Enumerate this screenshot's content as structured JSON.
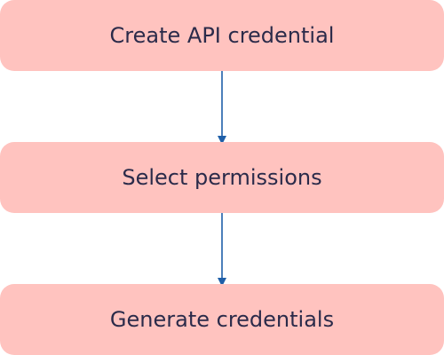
{
  "steps": [
    {
      "label": "Create API credential"
    },
    {
      "label": "Select permissions"
    },
    {
      "label": "Generate credentials"
    }
  ],
  "colors": {
    "box_fill": "#ffc3bf",
    "text": "#2b2b4a",
    "arrow": "#1f5fa8"
  }
}
